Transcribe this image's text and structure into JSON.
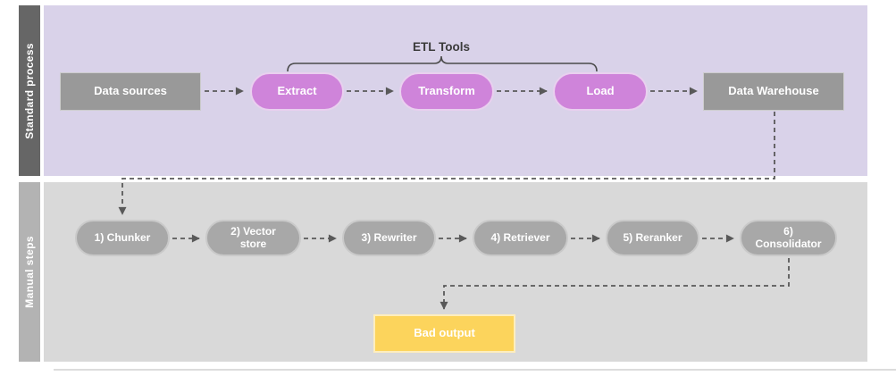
{
  "diagram_type": "swimlane-flowchart",
  "lanes": {
    "standard": {
      "label": "Standard process",
      "annotation": "ETL Tools",
      "nodes": [
        {
          "label": "Data sources",
          "shape": "rectangle",
          "fill": "#999999"
        },
        {
          "label": "Extract",
          "shape": "pill",
          "fill": "#cf84da"
        },
        {
          "label": "Transform",
          "shape": "pill",
          "fill": "#cf84da"
        },
        {
          "label": "Load",
          "shape": "pill",
          "fill": "#cf84da"
        },
        {
          "label": "Data Warehouse",
          "shape": "rectangle",
          "fill": "#999999"
        }
      ]
    },
    "manual": {
      "label": "Manual steps",
      "nodes": [
        {
          "label": "1) Chunker",
          "shape": "pill",
          "fill": "#a8a8a8"
        },
        {
          "label": "2) Vector store",
          "shape": "pill",
          "fill": "#a8a8a8"
        },
        {
          "label": "3) Rewriter",
          "shape": "pill",
          "fill": "#a8a8a8"
        },
        {
          "label": "4) Retriever",
          "shape": "pill",
          "fill": "#a8a8a8"
        },
        {
          "label": "5) Reranker",
          "shape": "pill",
          "fill": "#a8a8a8"
        },
        {
          "label": "6) Consolidator",
          "shape": "pill",
          "fill": "#a8a8a8"
        }
      ],
      "result": {
        "label": "Bad output",
        "shape": "rectangle",
        "fill": "#fcd45c"
      }
    }
  },
  "flow": {
    "standard_sequence": [
      "Data sources",
      "Extract",
      "Transform",
      "Load",
      "Data Warehouse"
    ],
    "cross_lane": "Data Warehouse -> 1) Chunker",
    "manual_sequence": [
      "1) Chunker",
      "2) Vector store",
      "3) Rewriter",
      "4) Retriever",
      "5) Reranker",
      "6) Consolidator"
    ],
    "final": "6) Consolidator -> Bad output",
    "connector_style": "dashed-arrow"
  },
  "colors": {
    "standard_lane_bg": "#d9d2e9",
    "standard_label_bg": "#666666",
    "manual_lane_bg": "#d9d9d9",
    "manual_label_bg": "#b3b3b3",
    "etl_pill_fill": "#cf84da",
    "gray_node_fill": "#999999",
    "manual_pill_fill": "#a8a8a8",
    "bad_output_fill": "#fcd45c",
    "connector": "#595959",
    "node_text": "#ffffff",
    "annotation_text": "#3b3b3b"
  }
}
